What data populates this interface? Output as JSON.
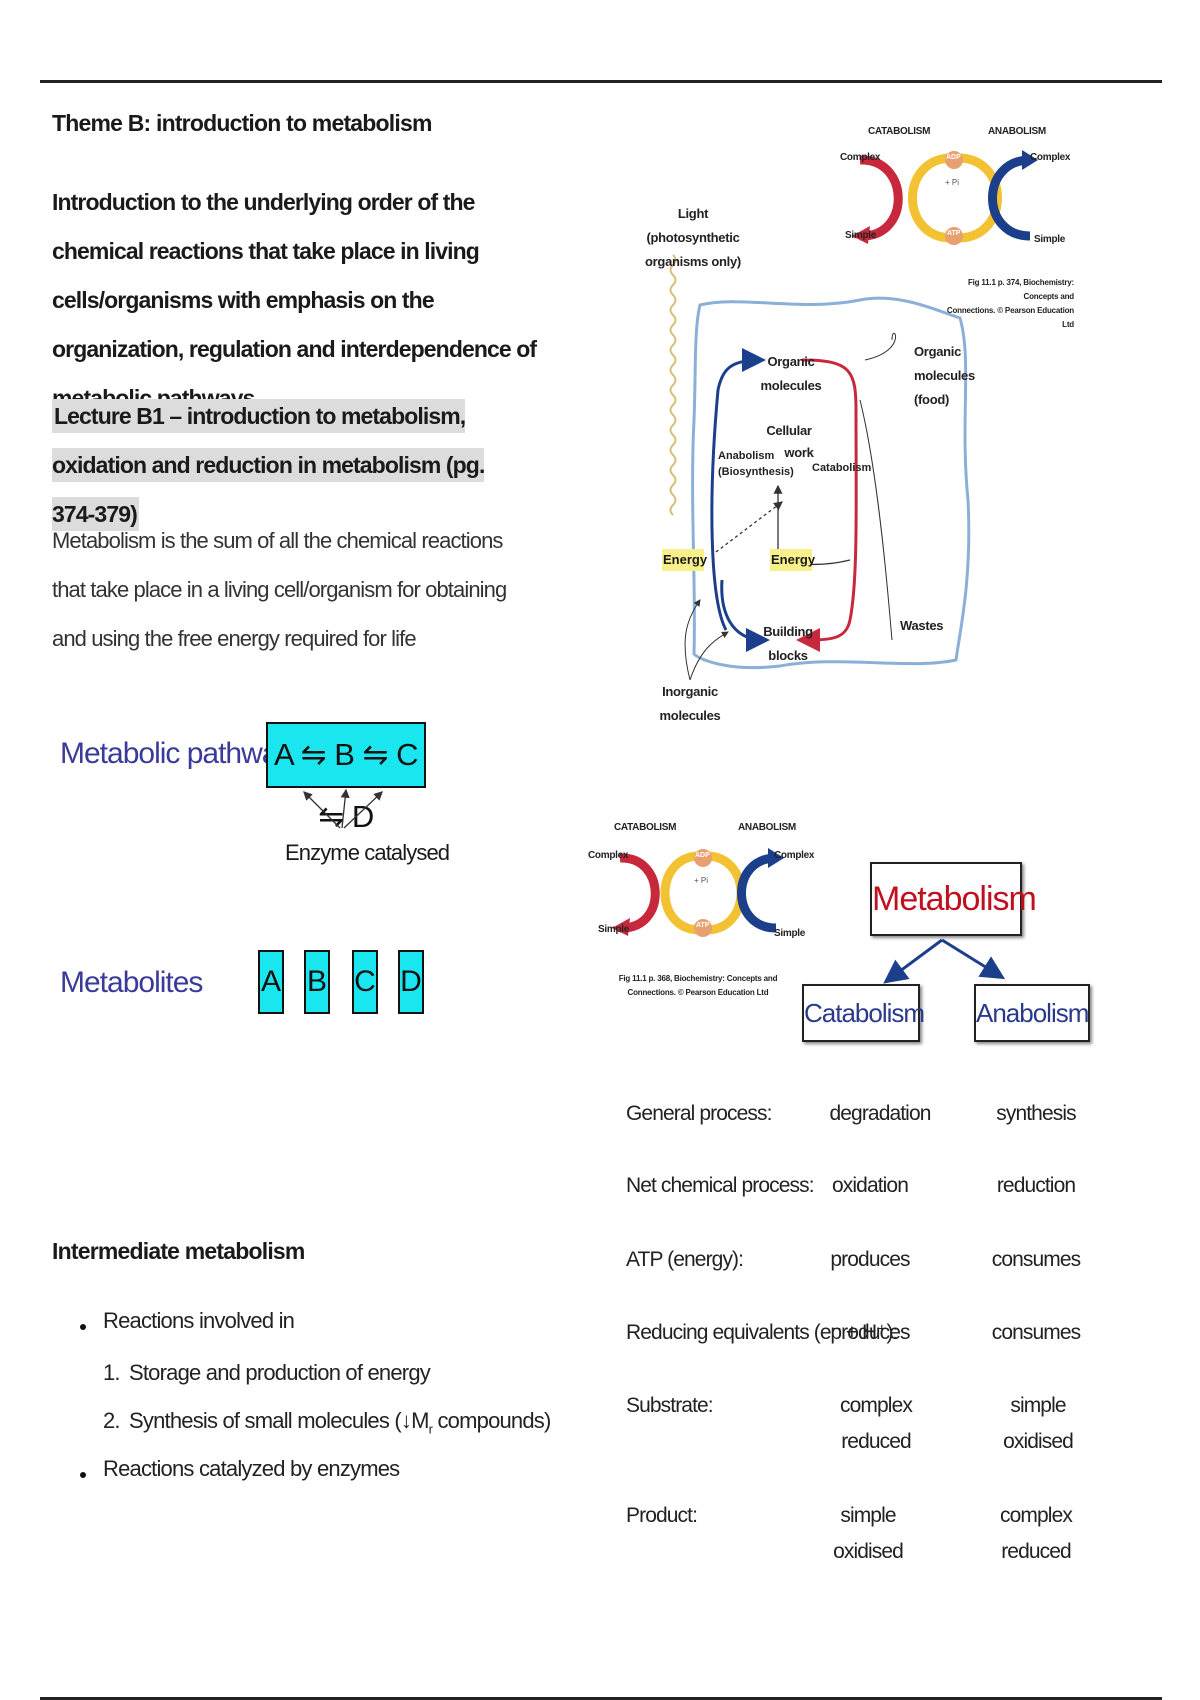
{
  "header": {
    "theme_title": "Theme B: introduction to metabolism",
    "intro": "Introduction to the underlying order of the chemical reactions that take place in living cells/organisms with emphasis on the organization, regulation and interdependence of metabolic pathways",
    "lecture": "Lecture B1 – introduction to metabolism, oxidation and reduction in metabolism (pg. 374-379)",
    "definition": "Metabolism is the sum of all the chemical reactions that take place in a living cell/organism for obtaining and using the free energy required for life"
  },
  "pathway_figure": {
    "pathway_label": "Metabolic pathway",
    "pathway_box": "A ⇋ B ⇋ C ⇋ D",
    "enzyme_label": "Enzyme catalysed",
    "metabolites_label": "Metabolites",
    "metabolites": [
      "A",
      "B",
      "C",
      "D"
    ]
  },
  "intermediate": {
    "title": "Intermediate metabolism",
    "bullet1": "Reactions involved in",
    "item1": "Storage and production of energy",
    "item2_pre": "Synthesis of small molecules (",
    "item2_arrow": "↓",
    "item2_m": "M",
    "item2_sub": "r",
    "item2_post": " compounds)",
    "num1": "1.",
    "num2": "2.",
    "bullet2": "Reactions catalyzed by enzymes"
  },
  "cycle_top": {
    "catabolism": "CATABOLISM",
    "anabolism": "ANABOLISM",
    "complex_left": "Complex",
    "complex_right": "Complex",
    "simple_left": "Simple",
    "simple_right": "Simple",
    "adp": "ADP",
    "atp": "ATP",
    "pi": "+ Pi",
    "caption_line1": "Fig 11.1 p. 374, Biochemistry: Concepts and",
    "caption_line2": "Connections. © Pearson Education Ltd"
  },
  "cell_diagram": {
    "light": "Light",
    "photosynthetic": "(photosynthetic",
    "organisms_only": "organisms only)",
    "organic_molecules_1": "Organic",
    "organic_molecules_2": "molecules",
    "cellular_work_1": "Cellular",
    "cellular_work_2": "work",
    "anabolism": "Anabolism",
    "biosynthesis": "(Biosynthesis)",
    "catabolism": "Catabolism",
    "energy_left": "Energy",
    "energy_right": "Energy",
    "building_blocks_1": "Building",
    "building_blocks_2": "blocks",
    "inorganic_1": "Inorganic",
    "inorganic_2": "molecules",
    "food_1": "Organic",
    "food_2": "molecules",
    "food_3": "(food)",
    "wastes": "Wastes"
  },
  "cycle_bottom": {
    "catabolism": "CATABOLISM",
    "anabolism": "ANABOLISM",
    "complex_left": "Complex",
    "complex_right": "Complex",
    "simple_left": "Simple",
    "simple_right": "Simple",
    "adp": "ADP",
    "atp": "ATP",
    "pi": "+ Pi",
    "caption_line1": "Fig 11.1 p. 368, Biochemistry: Concepts and",
    "caption_line2": "Connections. © Pearson Education Ltd"
  },
  "metabolism_tree": {
    "root": "Metabolism",
    "left": "Catabolism",
    "right": "Anabolism"
  },
  "comparison": {
    "rows": [
      {
        "label": "General process:",
        "cat": "degradation",
        "ana": "synthesis"
      },
      {
        "label": "Net chemical process:",
        "cat": "oxidation",
        "ana": "reduction"
      },
      {
        "label": "ATP (energy):",
        "cat": "produces",
        "ana": "consumes"
      },
      {
        "label": "Reducing equivalents (e⁻ + H⁺):",
        "cat": "produces",
        "ana": "consumes"
      },
      {
        "label": "Substrate:",
        "cat": "complex",
        "cat2": "reduced",
        "ana": "simple",
        "ana2": "oxidised"
      },
      {
        "label": "Product:",
        "cat": "simple",
        "cat2": "oxidised",
        "ana": "complex",
        "ana2": "reduced"
      }
    ]
  },
  "colors": {
    "accent_cyan": "#19e6ee",
    "metabolism_red": "#c01020",
    "label_blue": "#2a3a8a",
    "catabolism_red": "#c8283c",
    "anabolism_blue": "#1c3f8c",
    "cycle_yellow": "#f2c232"
  }
}
